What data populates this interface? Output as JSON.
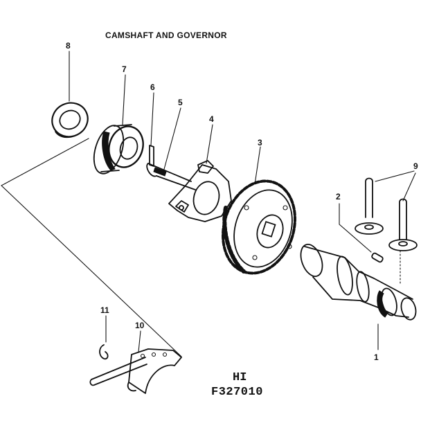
{
  "title": "CAMSHAFT AND GOVERNOR",
  "code_line1": "HI",
  "code_line2": "F327010",
  "callouts": {
    "c1": "1",
    "c2": "2",
    "c3": "3",
    "c4": "4",
    "c5": "5",
    "c6": "6",
    "c7": "7",
    "c8": "8",
    "c9": "9",
    "c10": "10",
    "c11": "11"
  }
}
